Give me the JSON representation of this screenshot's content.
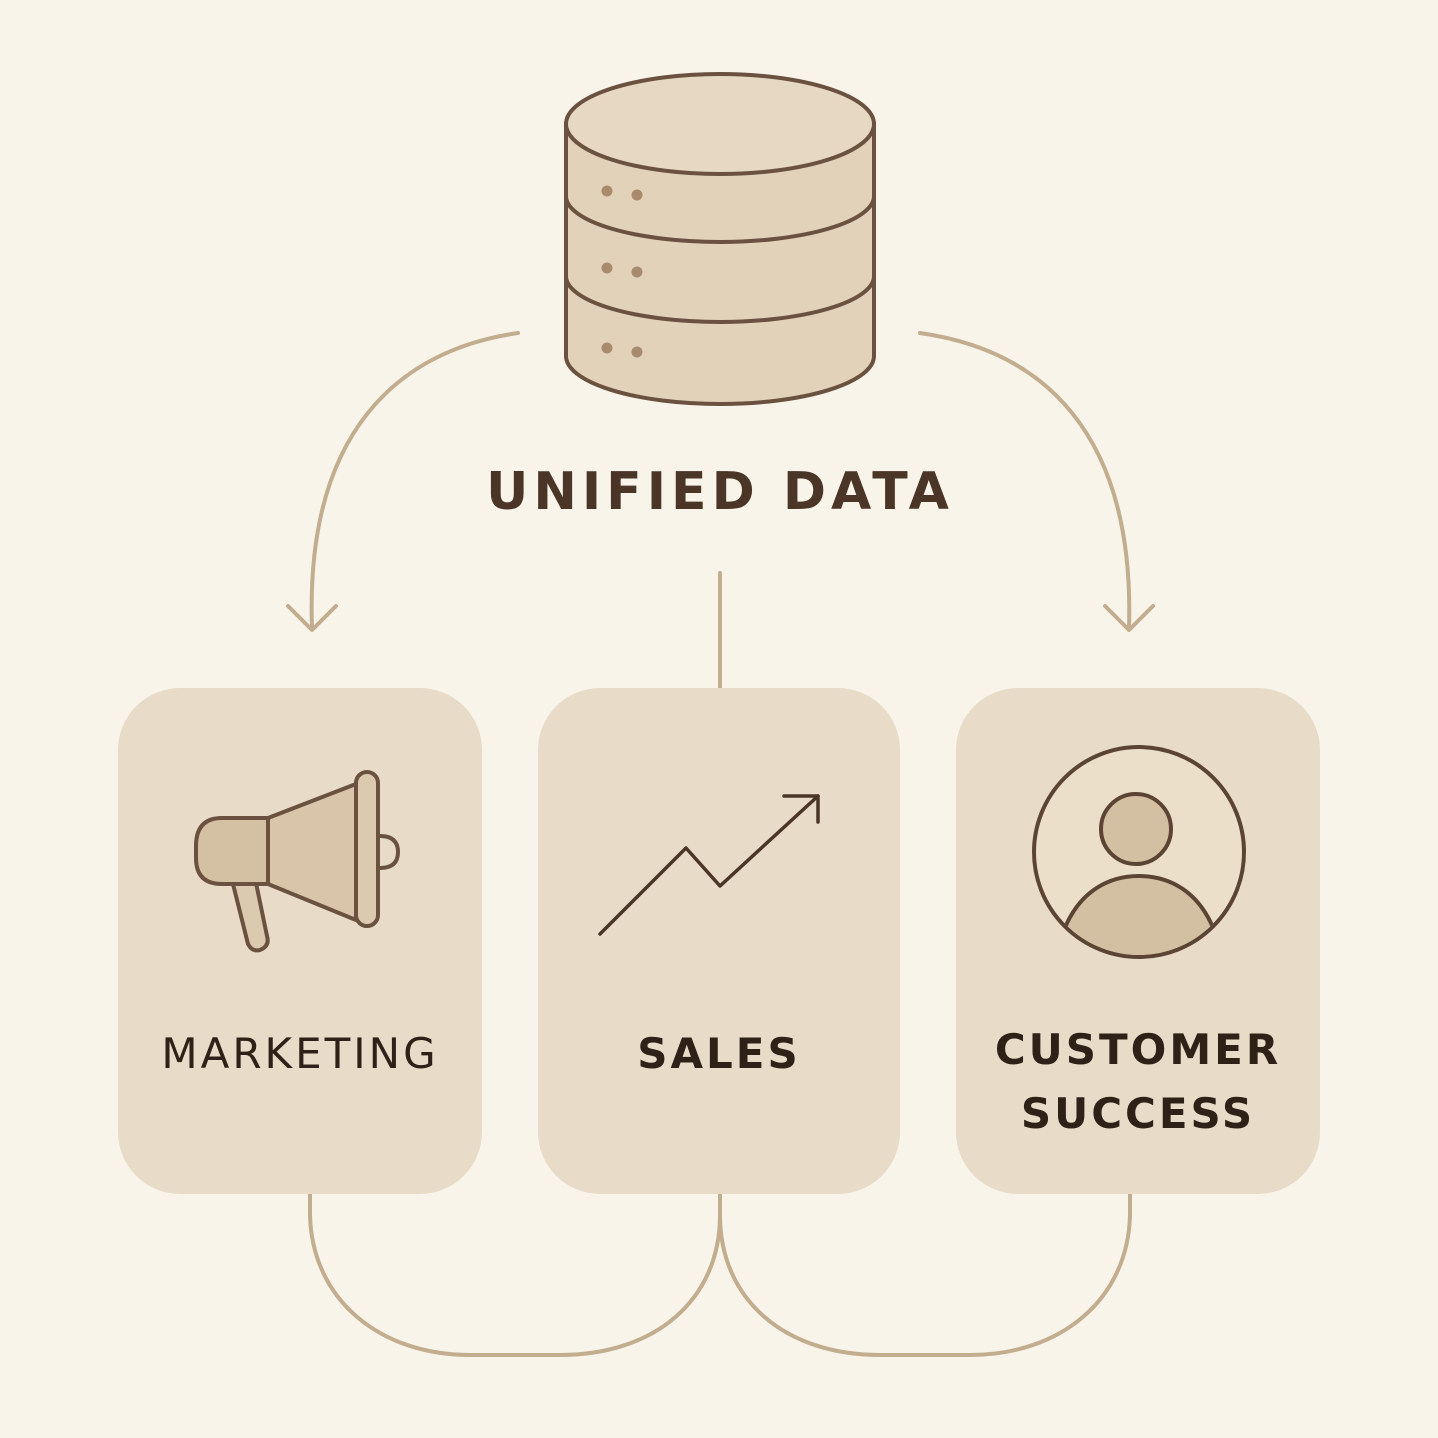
{
  "diagram": {
    "center": {
      "label": "UNIFIED DATA",
      "icon": "database-icon"
    },
    "cards": [
      {
        "label": "MARKETING",
        "icon": "megaphone-icon"
      },
      {
        "label": "SALES",
        "icon": "trend-up-icon"
      },
      {
        "label": "CUSTOMER SUCCESS",
        "icon": "user-avatar-icon"
      }
    ]
  },
  "colors": {
    "background": "#f8f4ea",
    "card_fill": "#e8dcc8",
    "database_fill": "#e2d2b9",
    "stroke": "#6b5240",
    "connector": "#c2ad8f",
    "text": "#3b2a1e"
  }
}
